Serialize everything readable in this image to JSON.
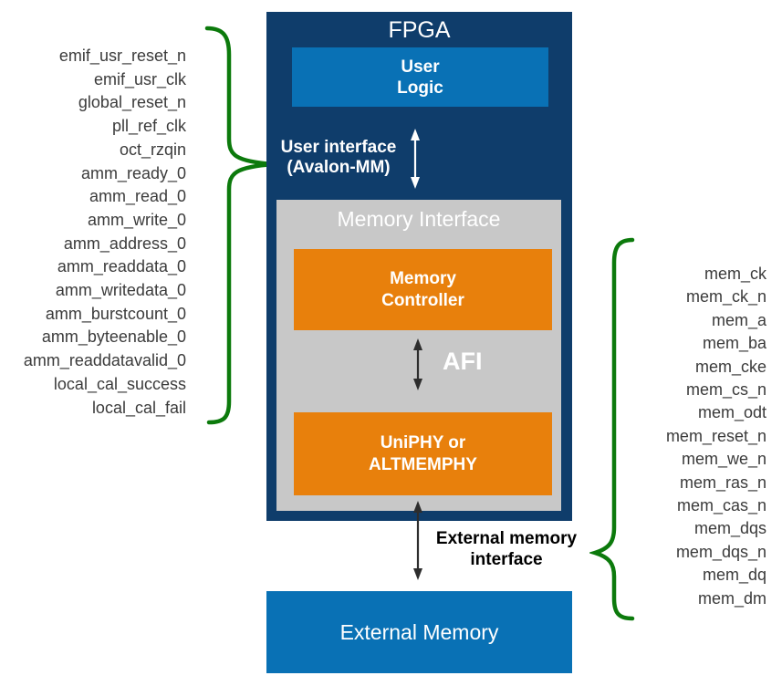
{
  "fpga": {
    "title": "FPGA",
    "user_logic": {
      "line1": "User",
      "line2": "Logic"
    },
    "user_interface_label": {
      "line1": "User interface",
      "line2": "(Avalon-MM)"
    },
    "memory_interface": {
      "title": "Memory Interface",
      "memory_controller": {
        "line1": "Memory",
        "line2": "Controller"
      },
      "afi_label": "AFI",
      "phy": {
        "line1": "UniPHY or",
        "line2": "ALTMEMPHY"
      }
    }
  },
  "external_memory_interface_label": {
    "line1": "External memory",
    "line2": "interface"
  },
  "external_memory": {
    "label": "External Memory"
  },
  "signals": {
    "left": [
      "emif_usr_reset_n",
      "emif_usr_clk",
      "global_reset_n",
      "pll_ref_clk",
      "oct_rzqin",
      "amm_ready_0",
      "amm_read_0",
      "amm_write_0",
      "amm_address_0",
      "amm_readdata_0",
      "amm_writedata_0",
      "amm_burstcount_0",
      "amm_byteenable_0",
      "amm_readdatavalid_0",
      "local_cal_success",
      "local_cal_fail"
    ],
    "right": [
      "mem_ck",
      "mem_ck_n",
      "mem_a",
      "mem_ba",
      "mem_cke",
      "mem_cs_n",
      "mem_odt",
      "mem_reset_n",
      "mem_we_n",
      "mem_ras_n",
      "mem_cas_n",
      "mem_dqs",
      "mem_dqs_n",
      "mem_dq",
      "mem_dm"
    ]
  },
  "icons": {
    "left_brace": "curly-brace-right-facing",
    "right_brace": "curly-brace-left-facing",
    "user_interface_arrow": "double-headed-vertical-arrow",
    "afi_arrow": "double-headed-vertical-arrow",
    "external_memory_arrow": "double-headed-vertical-arrow"
  },
  "colors": {
    "fpga_navy": "#0f3d6b",
    "panel_blue": "#0971b5",
    "orange": "#e8800c",
    "gray": "#c8c8c8",
    "green": "#0c7a0c",
    "signal_text": "#3b3b3b",
    "arrow_dark": "#2d2d2d"
  }
}
